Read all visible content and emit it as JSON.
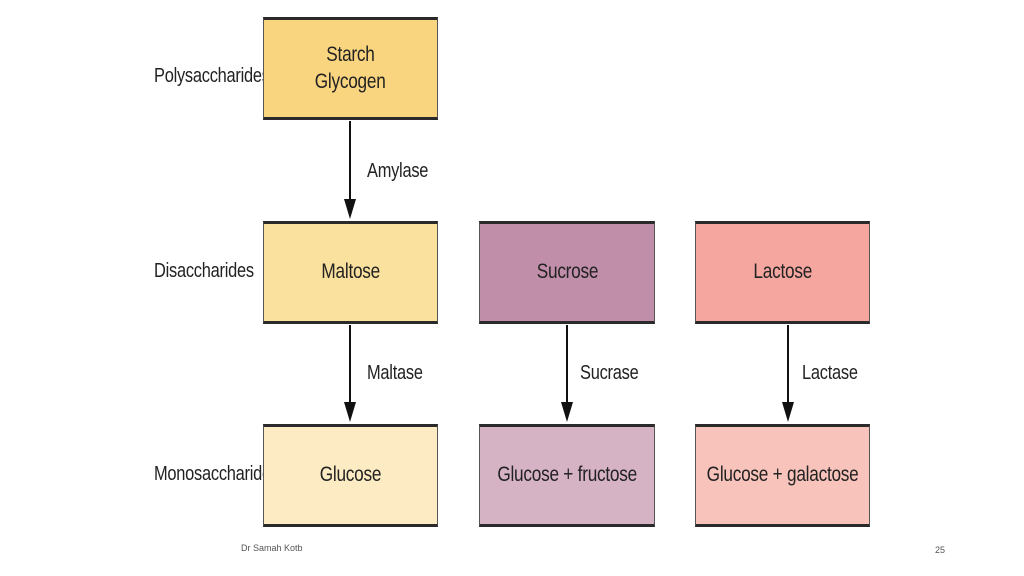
{
  "labels": {
    "polysaccharides": "Polysaccharides",
    "disaccharides": "Disaccharides",
    "monosaccharides": "Monosaccharides"
  },
  "boxes": {
    "starch_line1": "Starch",
    "starch_line2": "Glycogen",
    "maltose": "Maltose",
    "sucrose": "Sucrose",
    "lactose": "Lactose",
    "glucose": "Glucose",
    "glucose_fructose": "Glucose + fructose",
    "glucose_galactose": "Glucose + galactose"
  },
  "enzymes": {
    "amylase": "Amylase",
    "maltase": "Maltase",
    "sucrase": "Sucrase",
    "lactase": "Lactase"
  },
  "colors": {
    "starch": "#fad580",
    "maltose": "#fbe19e",
    "glucose": "#fdecc3",
    "sucrose": "#c08ea9",
    "glucose_fructose": "#d6b2c5",
    "lactose": "#f4a69f",
    "glucose_galactose": "#f8c3bb"
  },
  "footer": {
    "author": "Dr Samah Kotb",
    "page_number": "25"
  }
}
